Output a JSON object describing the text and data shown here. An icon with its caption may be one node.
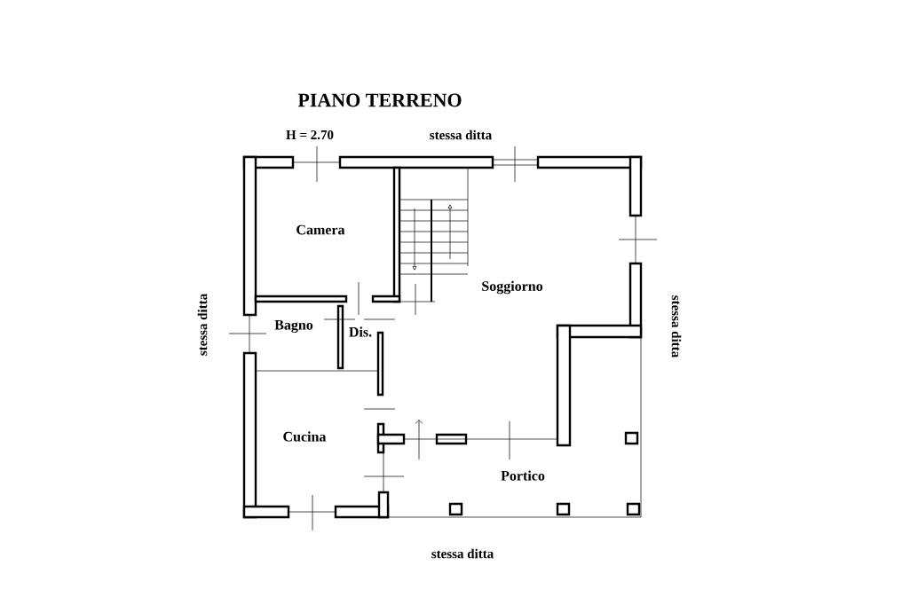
{
  "diagram": {
    "title": "PIANO TERRENO",
    "labels": [
      "H = 2.70",
      "stessa ditta",
      "Camera",
      "Soggiorno",
      "stessa ditta",
      "Bagno",
      "Dis.",
      "stessa ditta",
      "Cucina",
      "Portico",
      "stessa ditta"
    ]
  }
}
